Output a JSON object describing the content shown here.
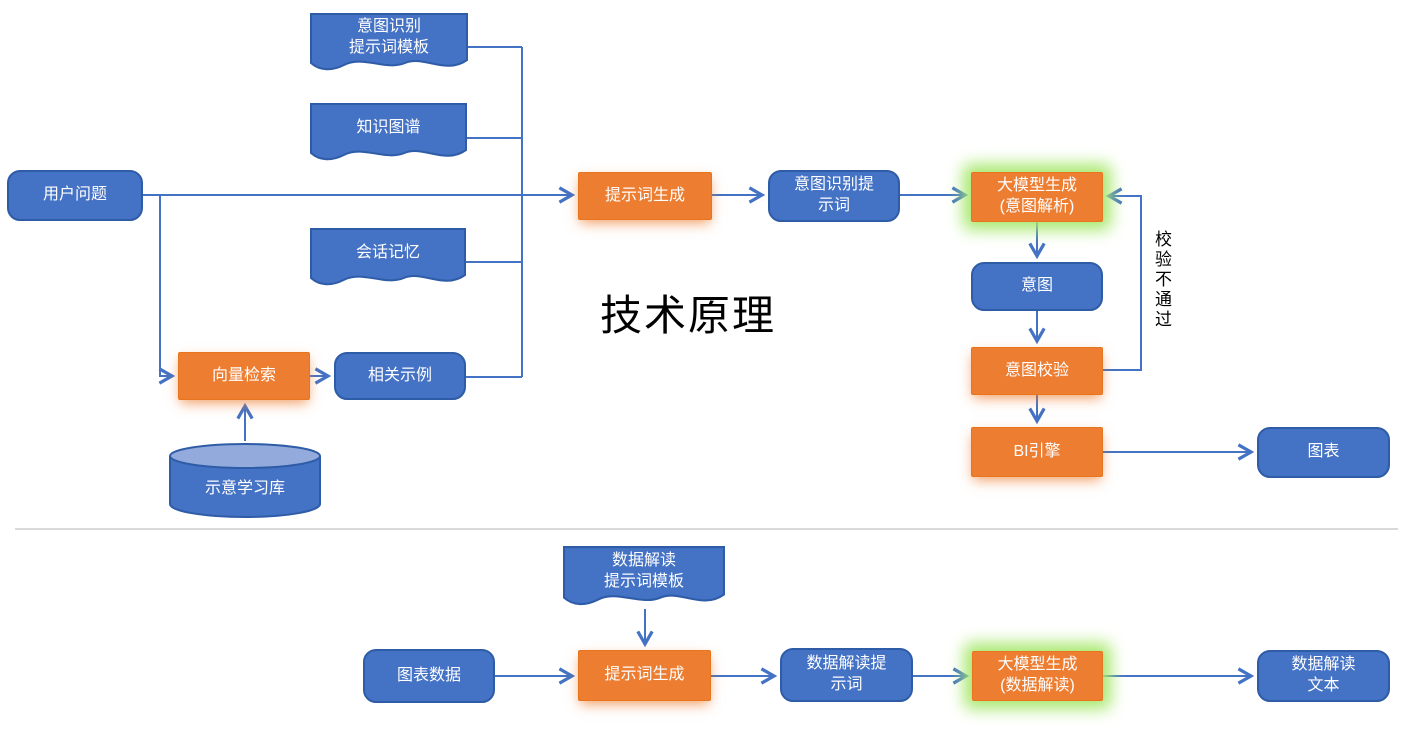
{
  "title": "技术原理",
  "annotations": {
    "feedback_label": "校验不通过"
  },
  "colors": {
    "node_blue": "#4472C4",
    "node_blue_border": "#2F5CA7",
    "node_orange": "#ED7D31",
    "glow_green": "#A8E86E",
    "cylinder_top": "#93ABDC",
    "connector_blue": "#4472C4",
    "divider_gray": "#D9D9D9",
    "title_black": "#000000"
  },
  "nodes": {
    "intent_template": {
      "label": "意图识别\n提示词模板",
      "shape": "document"
    },
    "knowledge_graph": {
      "label": "知识图谱",
      "shape": "document"
    },
    "user_question": {
      "label": "用户问题",
      "shape": "rounded"
    },
    "session_memory": {
      "label": "会话记忆",
      "shape": "document"
    },
    "prompt_gen_top": {
      "label": "提示词生成",
      "shape": "process"
    },
    "intent_prompt": {
      "label": "意图识别提\n示词",
      "shape": "rounded"
    },
    "llm_intent": {
      "label": "大模型生成\n(意图解析)",
      "shape": "process-glow"
    },
    "intent": {
      "label": "意图",
      "shape": "rounded"
    },
    "intent_check": {
      "label": "意图校验",
      "shape": "process"
    },
    "bi_engine": {
      "label": "BI引擎",
      "shape": "process"
    },
    "chart": {
      "label": "图表",
      "shape": "rounded"
    },
    "vector_search": {
      "label": "向量检索",
      "shape": "process"
    },
    "related_examples": {
      "label": "相关示例",
      "shape": "rounded"
    },
    "example_lib": {
      "label": "示意学习库",
      "shape": "cylinder"
    },
    "data_template": {
      "label": "数据解读\n提示词模板",
      "shape": "document"
    },
    "chart_data": {
      "label": "图表数据",
      "shape": "rounded"
    },
    "prompt_gen_bottom": {
      "label": "提示词生成",
      "shape": "process"
    },
    "data_prompt": {
      "label": "数据解读提\n示词",
      "shape": "rounded"
    },
    "llm_data": {
      "label": "大模型生成\n(数据解读)",
      "shape": "process-glow"
    },
    "data_text": {
      "label": "数据解读\n文本",
      "shape": "rounded"
    }
  },
  "edges": [
    {
      "from": "意图识别提示词模板",
      "to": "提示词生成"
    },
    {
      "from": "知识图谱",
      "to": "提示词生成"
    },
    {
      "from": "用户问题",
      "to": "提示词生成"
    },
    {
      "from": "会话记忆",
      "to": "提示词生成"
    },
    {
      "from": "相关示例",
      "to": "提示词生成"
    },
    {
      "from": "用户问题",
      "to": "向量检索"
    },
    {
      "from": "示意学习库",
      "to": "向量检索"
    },
    {
      "from": "向量检索",
      "to": "相关示例"
    },
    {
      "from": "提示词生成",
      "to": "意图识别提示词"
    },
    {
      "from": "意图识别提示词",
      "to": "大模型生成(意图解析)"
    },
    {
      "from": "大模型生成(意图解析)",
      "to": "意图"
    },
    {
      "from": "意图",
      "to": "意图校验"
    },
    {
      "from": "意图校验",
      "to": "大模型生成(意图解析)",
      "label": "校验不通过"
    },
    {
      "from": "意图校验",
      "to": "BI引擎"
    },
    {
      "from": "BI引擎",
      "to": "图表"
    },
    {
      "from": "数据解读提示词模板",
      "to": "提示词生成(数据)"
    },
    {
      "from": "图表数据",
      "to": "提示词生成(数据)"
    },
    {
      "from": "提示词生成(数据)",
      "to": "数据解读提示词"
    },
    {
      "from": "数据解读提示词",
      "to": "大模型生成(数据解读)"
    },
    {
      "from": "大模型生成(数据解读)",
      "to": "数据解读文本"
    }
  ]
}
